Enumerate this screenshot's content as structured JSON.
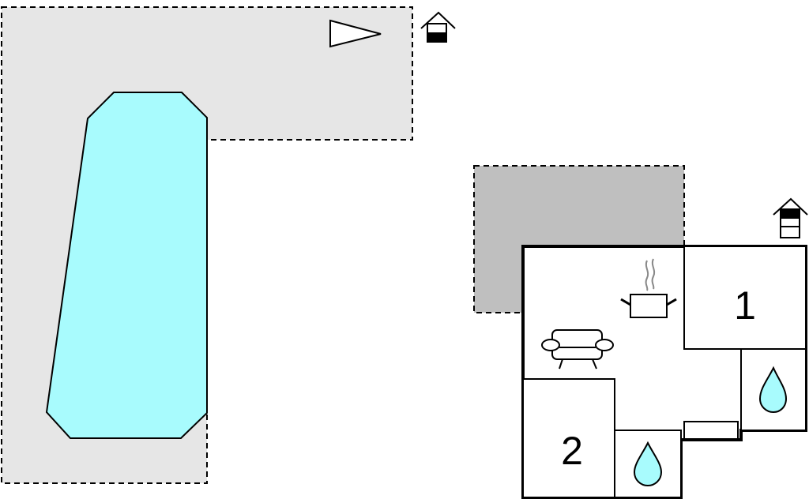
{
  "floorplan": {
    "rooms": [
      {
        "id": "bedroom-1",
        "label": "1"
      },
      {
        "id": "bedroom-2",
        "label": "2"
      }
    ],
    "icons": {
      "pool": "pool-area",
      "sun_direction": "triangle-pointer-icon",
      "house_upper": "house-floor-indicator-icon",
      "house_lower": "house-floor-indicator-icon",
      "kitchen": "cooking-pot-icon",
      "living": "sofa-icon",
      "bath": "water-drop-icon"
    },
    "colors": {
      "terrace": "#e6e6e6",
      "covered_terrace": "#bfbfbf",
      "pool_water": "#a8fbfd",
      "walls": "#000000",
      "drop": "#a8fbfd"
    }
  }
}
